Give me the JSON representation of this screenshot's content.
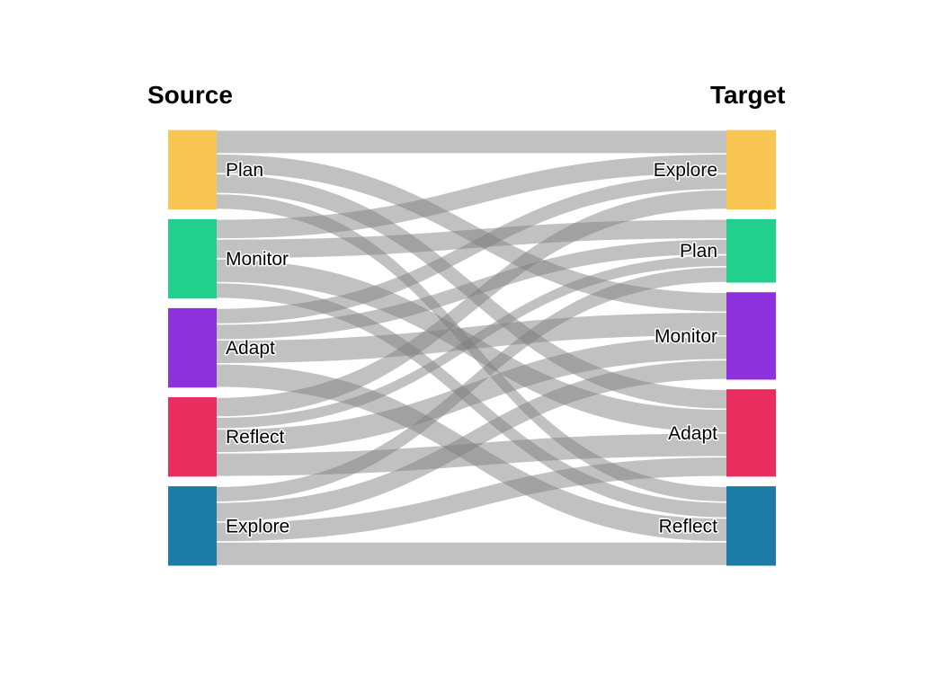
{
  "page": {
    "background": "#ffffff"
  },
  "chart_data": {
    "type": "sankey",
    "column_titles": {
      "left": "Source",
      "right": "Target"
    },
    "source_order": [
      "Plan",
      "Monitor",
      "Adapt",
      "Reflect",
      "Explore"
    ],
    "target_order": [
      "Explore",
      "Plan",
      "Monitor",
      "Adapt",
      "Reflect"
    ],
    "palette": [
      "#F9C653",
      "#21D08D",
      "#8C31DB",
      "#E92E5F",
      "#1C7BA7"
    ],
    "link_color": "rgba(126,126,126,0.48)",
    "label_color": "#000000",
    "label_halo": "#ffffff",
    "links": [
      {
        "source": "Plan",
        "target": "Explore",
        "value": 6
      },
      {
        "source": "Plan",
        "target": "Monitor",
        "value": 5
      },
      {
        "source": "Plan",
        "target": "Adapt",
        "value": 5
      },
      {
        "source": "Plan",
        "target": "Reflect",
        "value": 4
      },
      {
        "source": "Monitor",
        "target": "Explore",
        "value": 5
      },
      {
        "source": "Monitor",
        "target": "Plan",
        "value": 5
      },
      {
        "source": "Monitor",
        "target": "Adapt",
        "value": 6
      },
      {
        "source": "Monitor",
        "target": "Reflect",
        "value": 4
      },
      {
        "source": "Adapt",
        "target": "Explore",
        "value": 4
      },
      {
        "source": "Adapt",
        "target": "Plan",
        "value": 4
      },
      {
        "source": "Adapt",
        "target": "Monitor",
        "value": 6
      },
      {
        "source": "Adapt",
        "target": "Reflect",
        "value": 6
      },
      {
        "source": "Reflect",
        "target": "Explore",
        "value": 5
      },
      {
        "source": "Reflect",
        "target": "Plan",
        "value": 3
      },
      {
        "source": "Reflect",
        "target": "Monitor",
        "value": 6
      },
      {
        "source": "Reflect",
        "target": "Adapt",
        "value": 6
      },
      {
        "source": "Explore",
        "target": "Plan",
        "value": 4
      },
      {
        "source": "Explore",
        "target": "Monitor",
        "value": 5
      },
      {
        "source": "Explore",
        "target": "Adapt",
        "value": 5
      },
      {
        "source": "Explore",
        "target": "Reflect",
        "value": 6
      }
    ]
  }
}
